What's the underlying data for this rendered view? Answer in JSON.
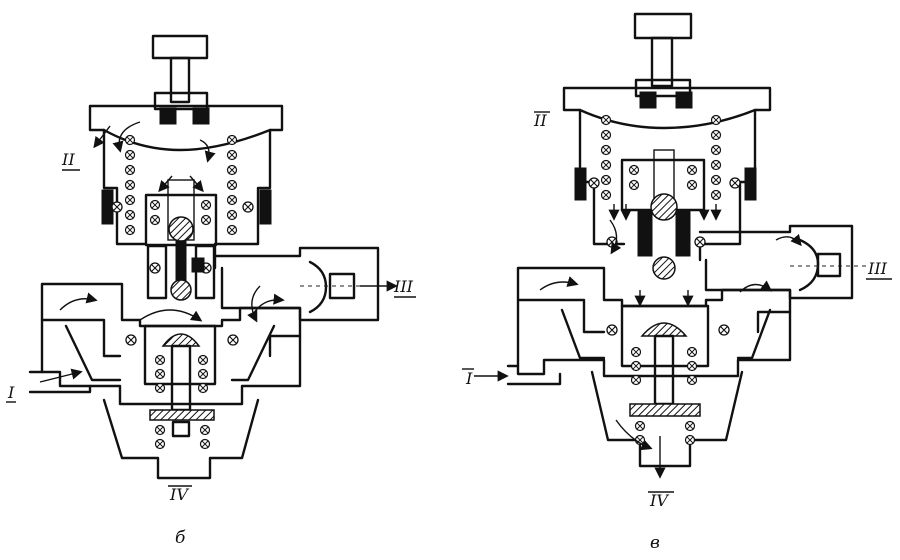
{
  "left_figure": {
    "caption": "б",
    "port_labels": {
      "I": "I",
      "II": "II",
      "III": "III",
      "IV": "IV"
    }
  },
  "right_figure": {
    "caption": "в",
    "port_labels": {
      "I": "I",
      "II": "II",
      "III": "III",
      "IV": "IV"
    }
  }
}
